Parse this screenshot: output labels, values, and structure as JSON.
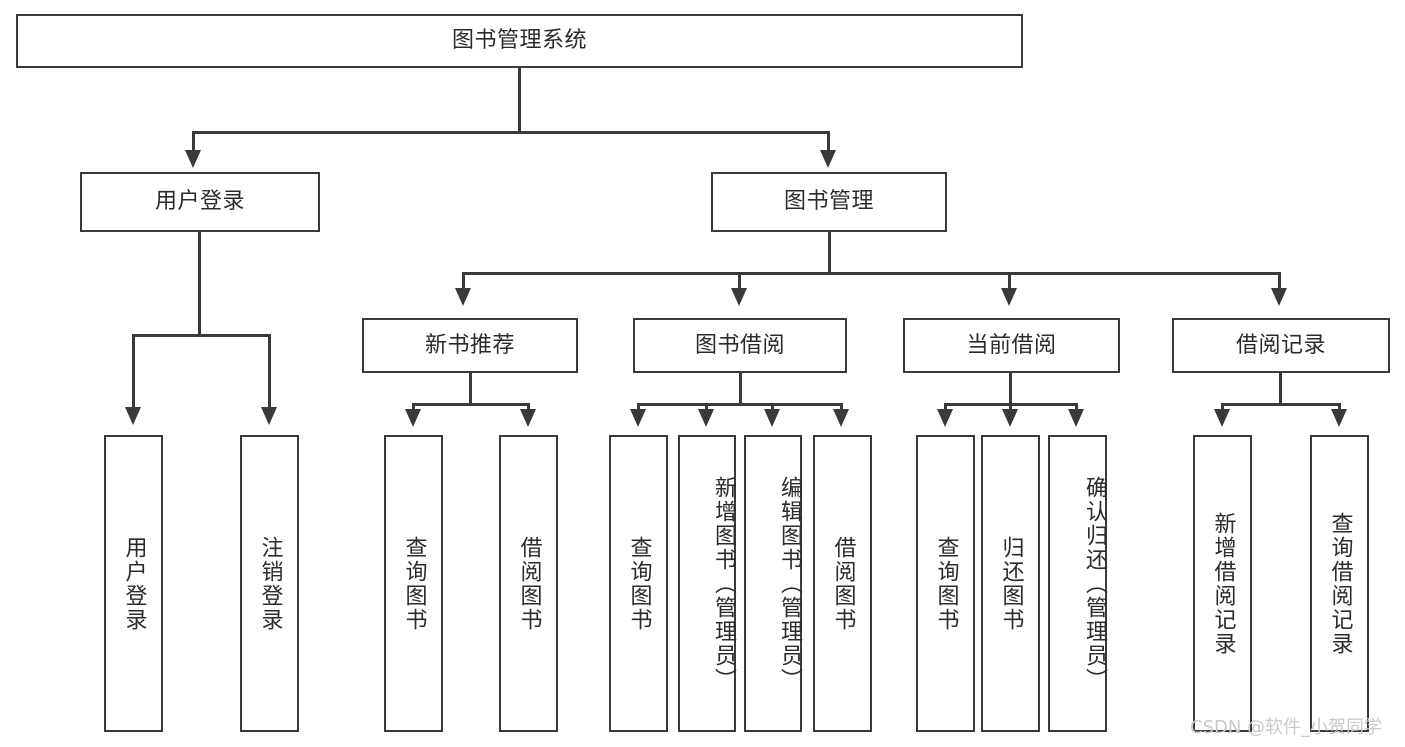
{
  "diagram": {
    "type": "tree-hierarchy-chart",
    "title_node": {
      "label": "图书管理系统"
    },
    "level2": [
      {
        "id": "user-login",
        "label": "用户登录"
      },
      {
        "id": "book-management",
        "label": "图书管理"
      }
    ],
    "level3": [
      {
        "id": "new-book-recommend",
        "label": "新书推荐"
      },
      {
        "id": "book-borrow",
        "label": "图书借阅"
      },
      {
        "id": "current-borrow",
        "label": "当前借阅"
      },
      {
        "id": "borrow-record",
        "label": "借阅记录"
      }
    ],
    "leaves": {
      "user_login": [
        {
          "id": "leaf-user-login",
          "label": "用户登录"
        },
        {
          "id": "leaf-logout-login",
          "label": "注销登录"
        }
      ],
      "new_book_recommend": [
        {
          "id": "leaf-query-book-1",
          "label": "查询图书"
        },
        {
          "id": "leaf-borrow-book-1",
          "label": "借阅图书"
        }
      ],
      "book_borrow": [
        {
          "id": "leaf-query-book-2",
          "label": "查询图书"
        },
        {
          "id": "leaf-add-book",
          "label": "新增图书（管理员）"
        },
        {
          "id": "leaf-edit-book",
          "label": "编辑图书（管理员）"
        },
        {
          "id": "leaf-borrow-book-2",
          "label": "借阅图书"
        }
      ],
      "current_borrow": [
        {
          "id": "leaf-query-book-3",
          "label": "查询图书"
        },
        {
          "id": "leaf-return-book",
          "label": "归还图书"
        },
        {
          "id": "leaf-confirm-return",
          "label": "确认归还（管理员）"
        }
      ],
      "borrow_record": [
        {
          "id": "leaf-add-record",
          "label": "新增借阅记录"
        },
        {
          "id": "leaf-query-record",
          "label": "查询借阅记录"
        }
      ]
    }
  },
  "watermark": {
    "text": "CSDN @软件_小贺同学"
  },
  "colors": {
    "stroke": "#3a3a3a",
    "text": "#2b2b2b",
    "background": "#ffffff",
    "watermark": "#c9c9c9"
  }
}
